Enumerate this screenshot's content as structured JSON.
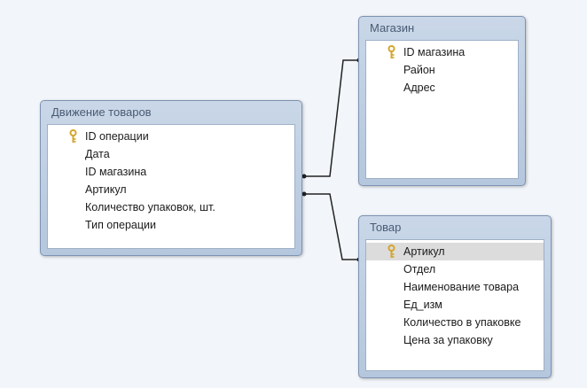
{
  "tables": {
    "dvizhenie": {
      "title": "Движение товаров",
      "fields": [
        {
          "name": "ID операции",
          "key": true
        },
        {
          "name": "Дата",
          "key": false
        },
        {
          "name": "ID магазина",
          "key": false
        },
        {
          "name": "Артикул",
          "key": false
        },
        {
          "name": "Количество упаковок, шт.",
          "key": false
        },
        {
          "name": "Тип операции",
          "key": false
        }
      ]
    },
    "magazin": {
      "title": "Магазин",
      "fields": [
        {
          "name": "ID магазина",
          "key": true
        },
        {
          "name": "Район",
          "key": false
        },
        {
          "name": "Адрес",
          "key": false
        }
      ]
    },
    "tovar": {
      "title": "Товар",
      "fields": [
        {
          "name": "Артикул",
          "key": true,
          "selected": true
        },
        {
          "name": "Отдел",
          "key": false
        },
        {
          "name": "Наименование товара",
          "key": false
        },
        {
          "name": "Ед_изм",
          "key": false
        },
        {
          "name": "Количество в упаковке",
          "key": false
        },
        {
          "name": "Цена за упаковку",
          "key": false
        }
      ]
    }
  },
  "relationships": [
    {
      "from": "dvizhenie.ID магазина",
      "to": "magazin.ID магазина"
    },
    {
      "from": "dvizhenie.Артикул",
      "to": "tovar.Артикул"
    }
  ],
  "colors": {
    "background": "#f2f5f9",
    "table_frame": "#b9cade",
    "selected_row": "#dcdcdc",
    "key_icon": "#d4a52c"
  }
}
